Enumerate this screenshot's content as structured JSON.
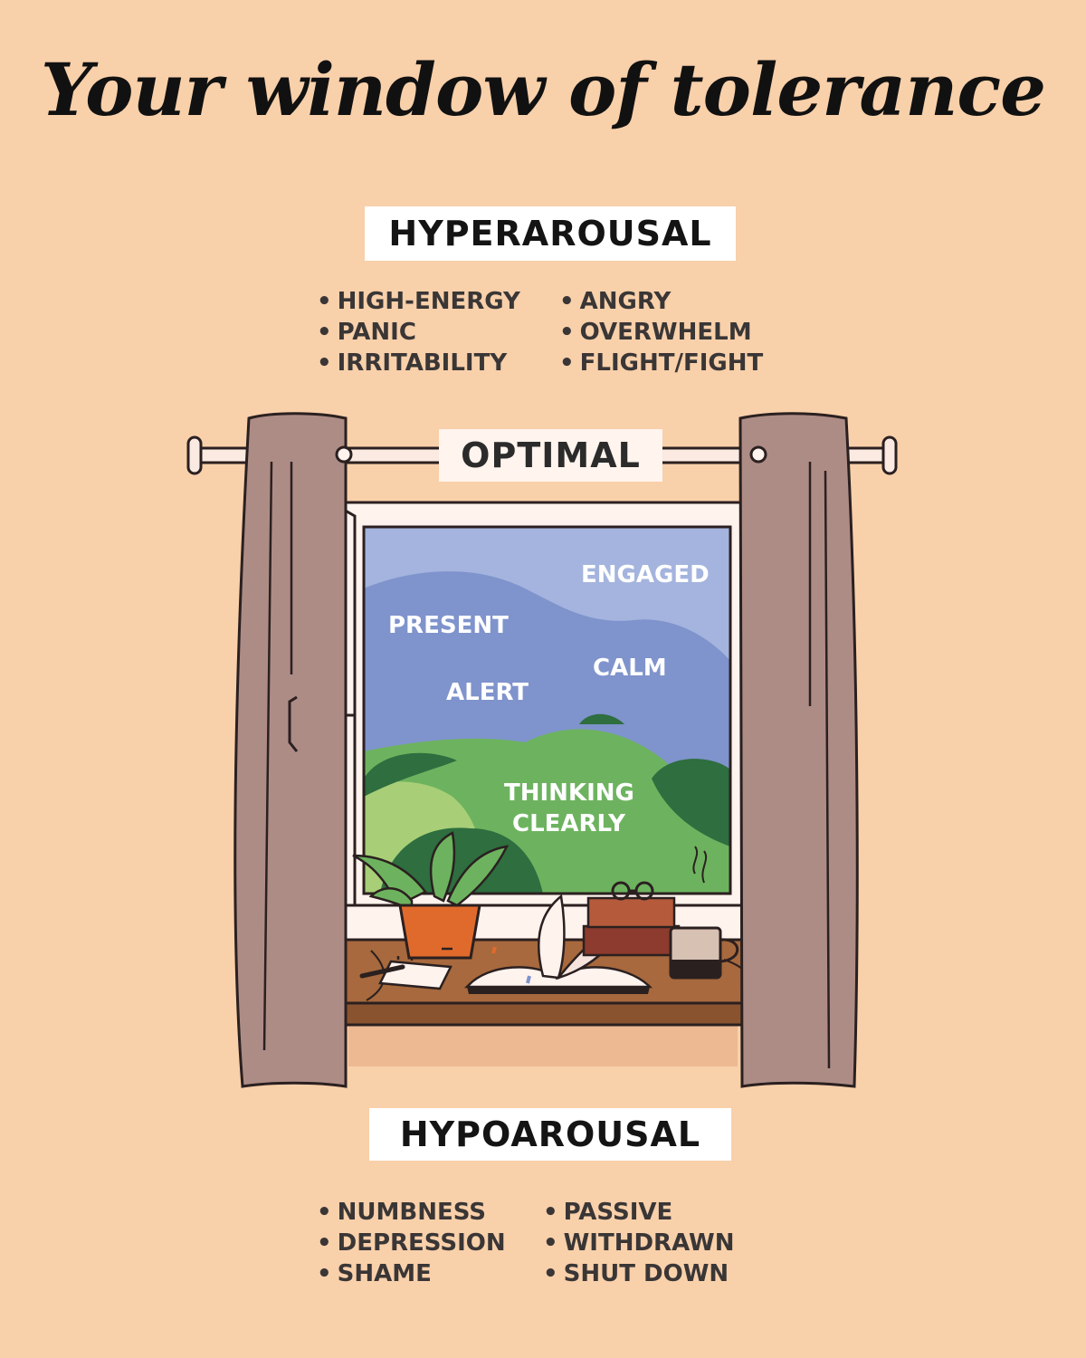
{
  "title": "Your window of tolerance",
  "hyperarousal": {
    "label": "HYPERAROUSAL",
    "col1": [
      "HIGH-ENERGY",
      "PANIC",
      "IRRITABILITY"
    ],
    "col2": [
      "ANGRY",
      "OVERWHELM",
      "FLIGHT/FIGHT"
    ]
  },
  "optimal": {
    "label": "OPTIMAL",
    "states": [
      "ENGAGED",
      "PRESENT",
      "CALM",
      "ALERT",
      "THINKING",
      "CLEARLY"
    ]
  },
  "hypoarousal": {
    "label": "HYPOAROUSAL",
    "col1": [
      "NUMBNESS",
      "DEPRESSION",
      "SHAME"
    ],
    "col2": [
      "PASSIVE",
      "WITHDRAWN",
      "SHUT DOWN"
    ]
  },
  "colors": {
    "background": "#F8D0AA",
    "curtain": "#AE8C86",
    "sky": "#7F93CC",
    "hill": "#6DB35F",
    "shelf": "#A7693D"
  },
  "icons": [
    "curtain-rod",
    "curtain",
    "window-frame",
    "plant-pot",
    "open-book",
    "notepad",
    "glasses",
    "stacked-books",
    "coffee-mug"
  ]
}
